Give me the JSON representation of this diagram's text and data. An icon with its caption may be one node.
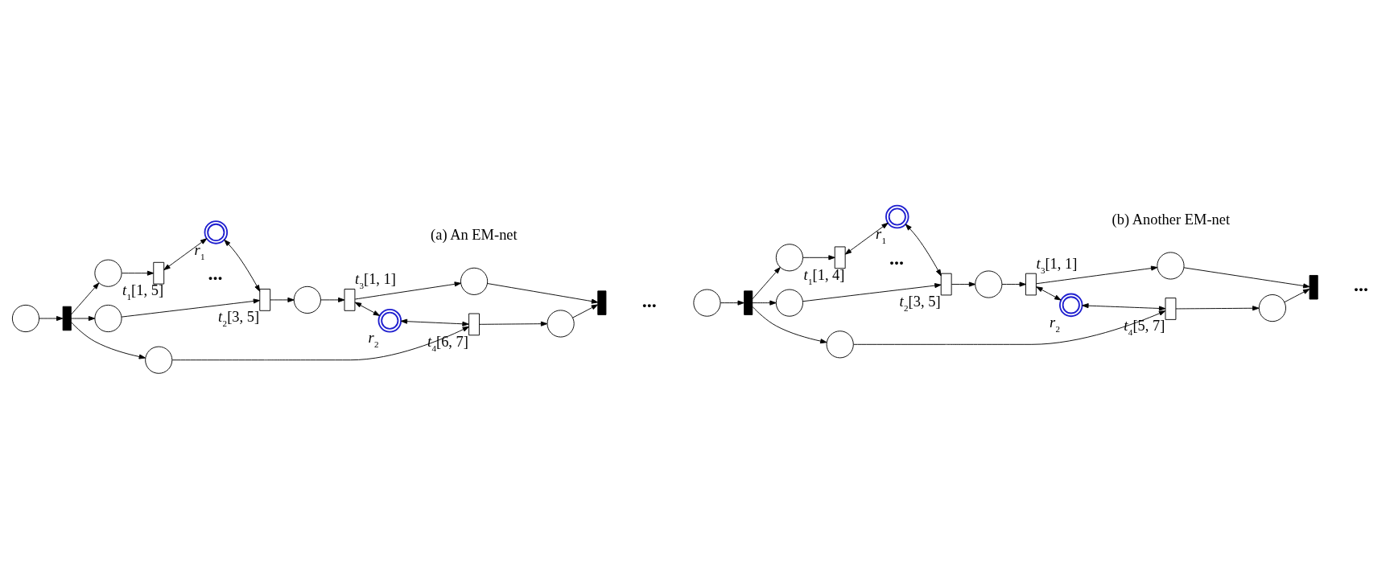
{
  "diagram": {
    "nodes": [
      {
        "text": [],
        "shape": "circle"
      },
      {
        "text": [],
        "shape": "bar"
      },
      {
        "text": [],
        "shape": "circle"
      },
      {
        "text": [
          "*t*$_{1}$[1, 5]"
        ]
      },
      {
        "text": [
          "*r*$_{1}$"
        ]
      },
      {
        "text": [],
        "shape": "circle"
      },
      {
        "text": [
          "*t*$_{2}$[3, 5]"
        ]
      },
      {
        "text": [],
        "shape": "circle"
      },
      {
        "text": [
          "*t*$_{3}$[1, 1]"
        ]
      },
      {
        "text": [],
        "shape": "circle"
      },
      {
        "text": [
          "*r*$_{2}$"
        ]
      },
      {
        "text": [],
        "shape": "circle"
      },
      {
        "text": [
          "*t*$_{4}$[6, 7]"
        ]
      },
      {
        "text": [],
        "shape": "circle"
      },
      {
        "text": [],
        "shape": "bar"
      },
      {
        "text": [],
        "shape": "circle"
      },
      {
        "text": [],
        "shape": "bar"
      },
      {
        "text": [],
        "shape": "circle"
      },
      {
        "text": [
          "*t*$_{1}$[1, 4]"
        ]
      },
      {
        "text": [
          "*r*$_{1}$"
        ]
      },
      {
        "text": [],
        "shape": "circle"
      },
      {
        "text": [
          "*t*$_{2}$[3, 5]"
        ]
      },
      {
        "text": [],
        "shape": "circle"
      },
      {
        "text": [
          "*t*$_{3}$[1, 1]"
        ]
      },
      {
        "text": [],
        "shape": "circle"
      },
      {
        "text": [
          "*r*$_{2}$"
        ]
      },
      {
        "text": [],
        "shape": "circle"
      },
      {
        "text": [
          "*t*$_{4}$[5, 7]"
        ]
      },
      {
        "text": [],
        "shape": "circle"
      },
      {
        "text": [],
        "shape": "bar"
      }
    ],
    "edges": [
      {
        "from": 0,
        "to": 1,
        "arrow": "to"
      },
      {
        "from": 1,
        "to": 2,
        "arrow": "to"
      },
      {
        "from": 1,
        "to": 5,
        "arrow": "to"
      },
      {
        "from": 1,
        "to": 11,
        "arrow": "to"
      },
      {
        "from": 2,
        "to": 3,
        "arrow": "to"
      },
      {
        "from": 3,
        "to": 4,
        "arrow": "both"
      },
      {
        "from": 4,
        "to": 6,
        "arrow": "both"
      },
      {
        "from": 5,
        "to": 6,
        "arrow": "to"
      },
      {
        "from": 6,
        "to": 7,
        "arrow": "to"
      },
      {
        "from": 7,
        "to": 8,
        "arrow": "to"
      },
      {
        "from": 8,
        "to": 9,
        "arrow": "to"
      },
      {
        "from": 8,
        "to": 10,
        "arrow": "both"
      },
      {
        "from": 10,
        "to": 12,
        "arrow": "both"
      },
      {
        "from": 11,
        "to": 12,
        "arrow": "to"
      },
      {
        "from": 12,
        "to": 13,
        "arrow": "to"
      },
      {
        "from": 9,
        "to": 14,
        "arrow": "to"
      },
      {
        "from": 13,
        "to": 14,
        "arrow": "to"
      },
      {
        "from": 15,
        "to": 16,
        "arrow": "to"
      },
      {
        "from": 16,
        "to": 17,
        "arrow": "to"
      },
      {
        "from": 16,
        "to": 20,
        "arrow": "to"
      },
      {
        "from": 16,
        "to": 26,
        "arrow": "to"
      },
      {
        "from": 17,
        "to": 18,
        "arrow": "to"
      },
      {
        "from": 18,
        "to": 19,
        "arrow": "both"
      },
      {
        "from": 19,
        "to": 21,
        "arrow": "both"
      },
      {
        "from": 20,
        "to": 21,
        "arrow": "to"
      },
      {
        "from": 21,
        "to": 22,
        "arrow": "to"
      },
      {
        "from": 22,
        "to": 23,
        "arrow": "to"
      },
      {
        "from": 23,
        "to": 24,
        "arrow": "to"
      },
      {
        "from": 23,
        "to": 25,
        "arrow": "both"
      },
      {
        "from": 25,
        "to": 27,
        "arrow": "both"
      },
      {
        "from": 26,
        "to": 27,
        "arrow": "to"
      },
      {
        "from": 27,
        "to": 28,
        "arrow": "to"
      },
      {
        "from": 24,
        "to": 29,
        "arrow": "to"
      },
      {
        "from": 28,
        "to": 29,
        "arrow": "to"
      }
    ],
    "labels": [
      "...",
      "...",
      "...",
      "...",
      "(a) An EM-net",
      "(b) Another EM-net"
    ]
  }
}
